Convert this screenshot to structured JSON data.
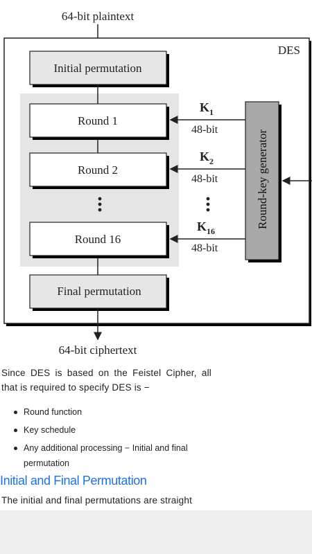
{
  "diagram": {
    "input_label": "64-bit plaintext",
    "output_label": "64-bit ciphertext",
    "box_label": "DES",
    "initial_permutation": "Initial permutation",
    "final_permutation": "Final permutation",
    "rounds": [
      "Round 1",
      "Round 2",
      "Round 16"
    ],
    "keys": [
      {
        "base": "K",
        "sub": "1",
        "bits": "48-bit"
      },
      {
        "base": "K",
        "sub": "2",
        "bits": "48-bit"
      },
      {
        "base": "K",
        "sub": "16",
        "bits": "48-bit"
      }
    ],
    "key_generator": "Round-key generator"
  },
  "article": {
    "intro": "Since DES is based on the Feistel Cipher, all that is required to specify DES is −",
    "bullets": [
      "Round function",
      "Key schedule",
      "Any additional processing − Initial and final permutation"
    ],
    "heading": "Initial and Final Permutation",
    "paragraph": "The initial and final permutations are straight"
  }
}
